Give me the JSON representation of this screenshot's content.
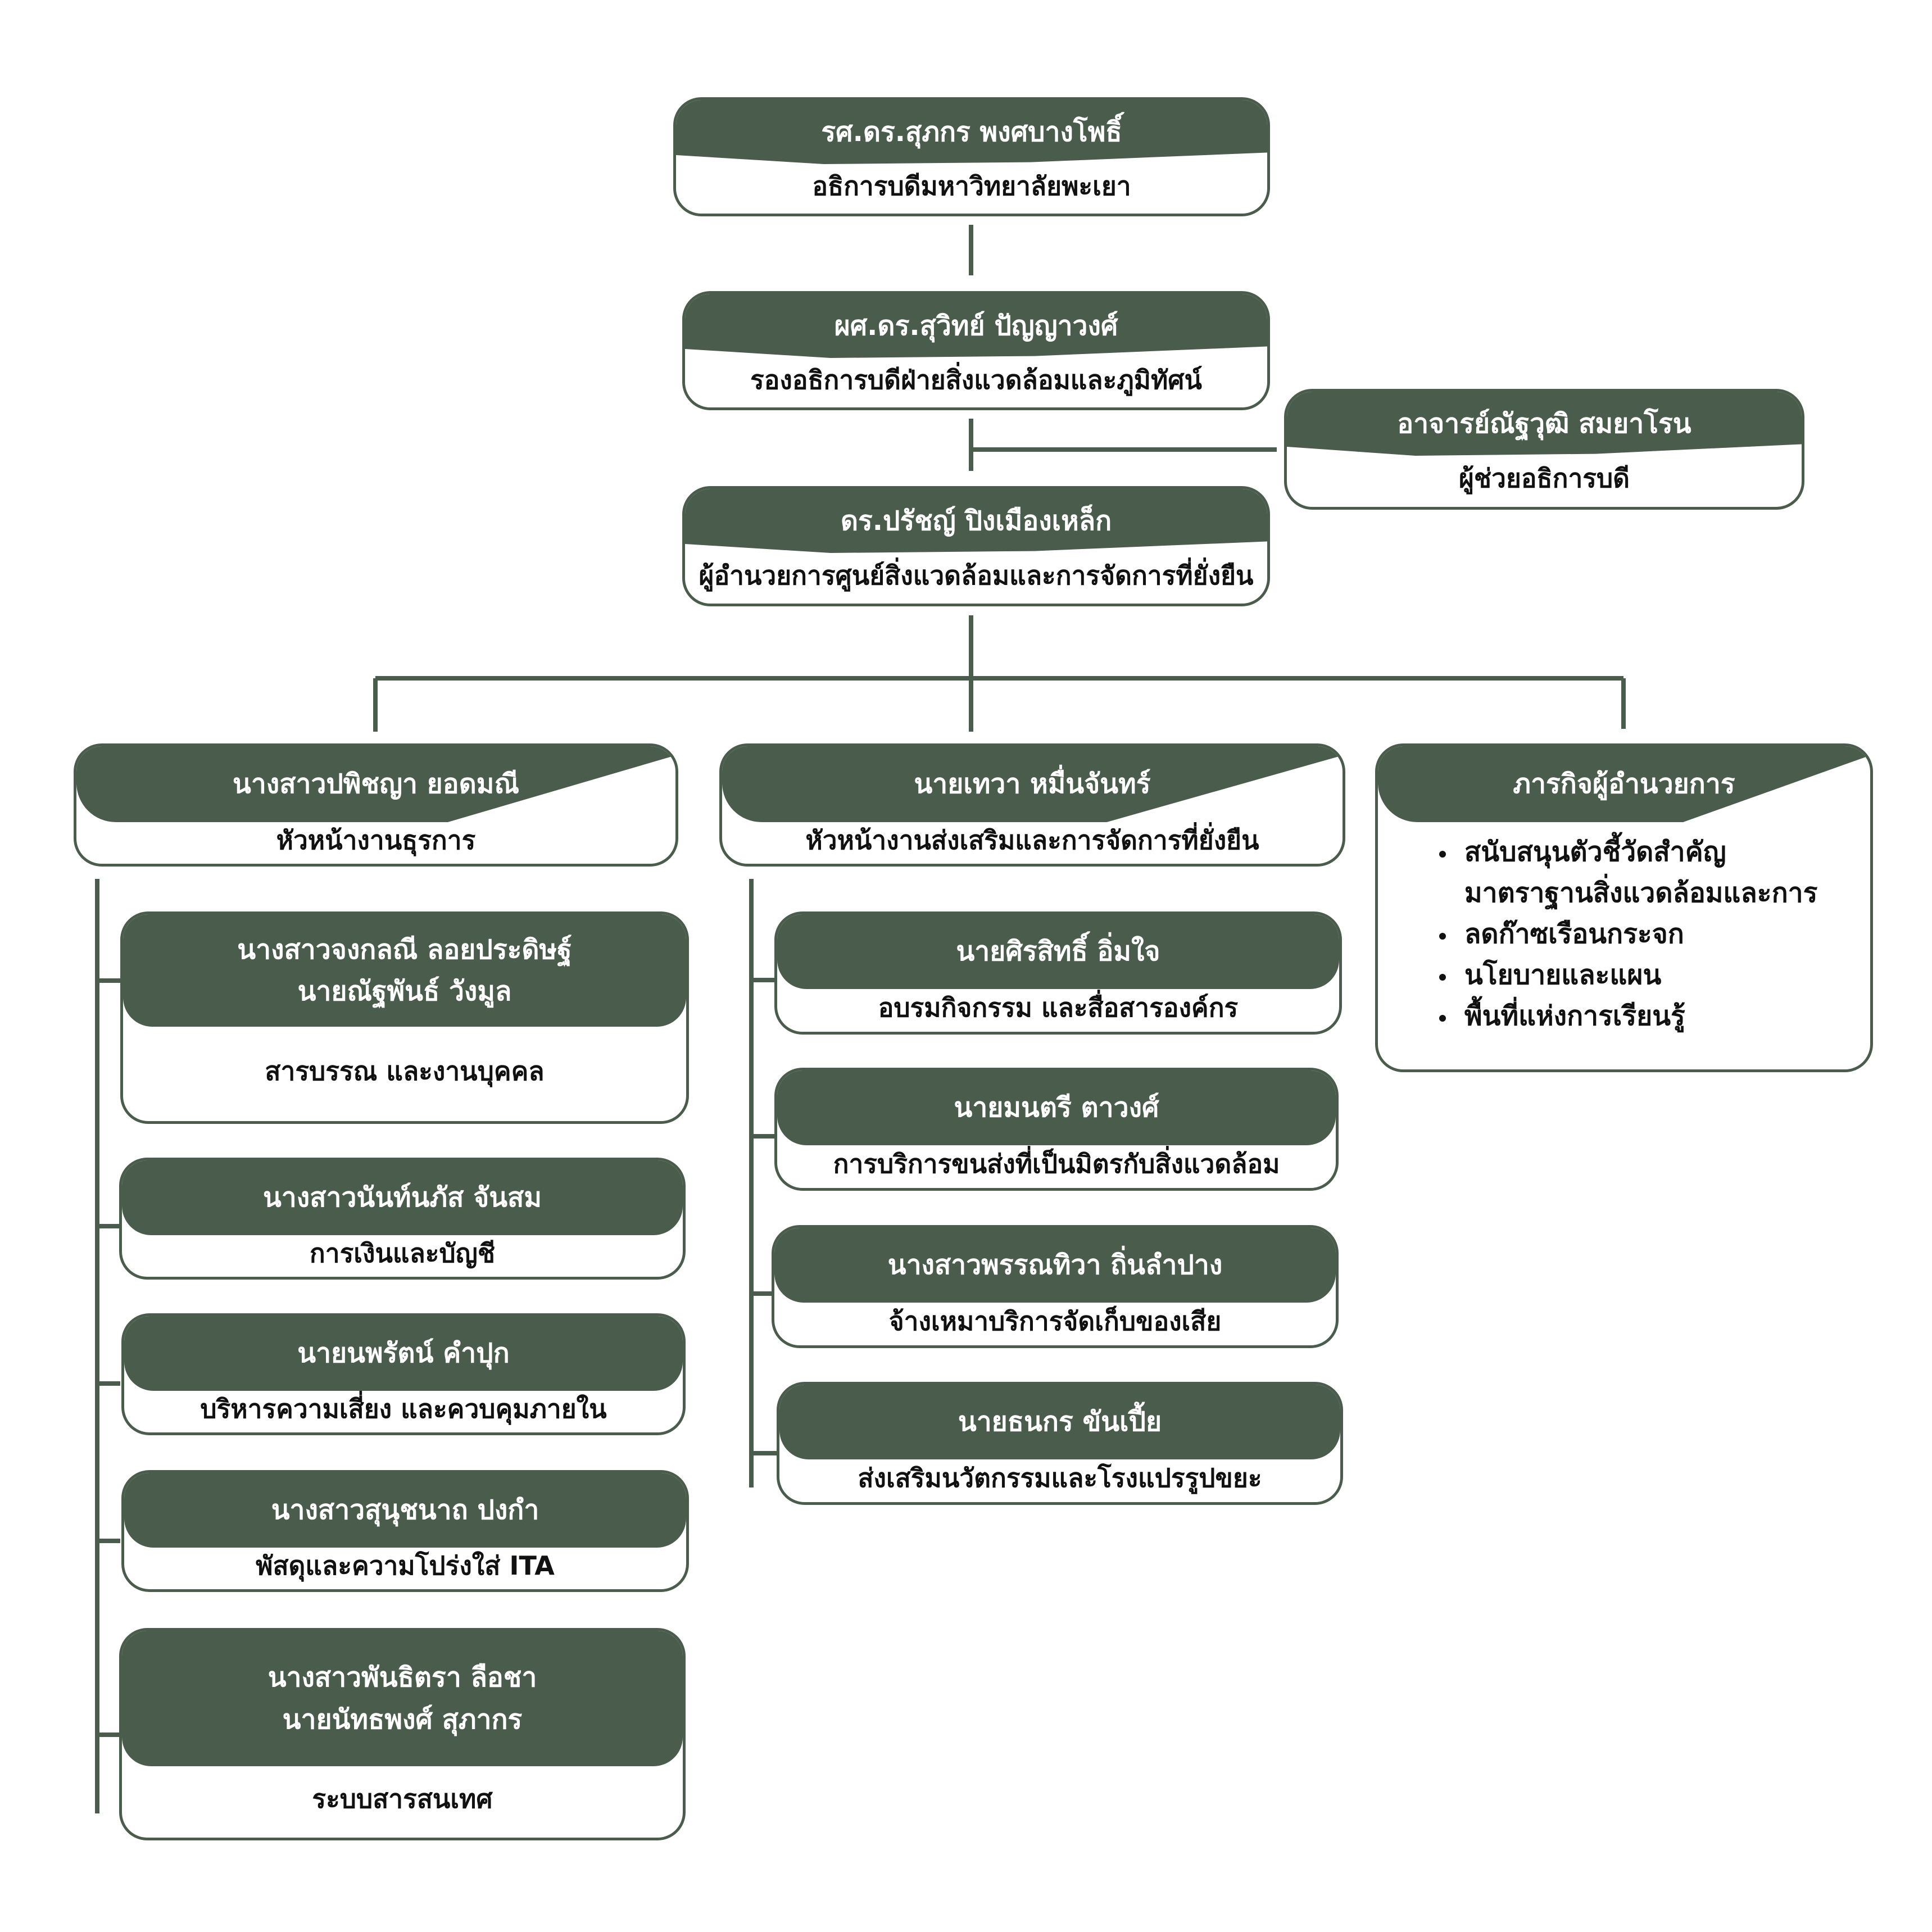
{
  "top": [
    {
      "name": "รศ.ดร.สุภกร พงศบางโพธิ์",
      "role": "อธิการบดีมหาวิทยาลัยพะเยา"
    },
    {
      "name": "ผศ.ดร.สุวิทย์ ปัญญาวงศ์",
      "role": "รองอธิการบดีฝ่ายสิ่งแวดล้อมและภูมิทัศน์"
    },
    {
      "name": "อาจารย์ณัฐวุฒิ สมยาโรน",
      "role": "ผู้ช่วยอธิการบดี"
    },
    {
      "name": "ดร.ปรัชญ์ ปิงเมืองเหล็ก",
      "role": "ผู้อำนวยการศูนย์สิ่งแวดล้อมและการจัดการที่ยั่งยืน"
    }
  ],
  "heads": [
    {
      "name": "นางสาวปพิชญา ยอดมณี",
      "role": "หัวหน้างานธุรการ"
    },
    {
      "name": "นายเทวา หมื่นจันทร์",
      "role": "หัวหน้างานส่งเสริมและการจัดการที่ยั่งยืน"
    }
  ],
  "mission": {
    "title": "ภารกิจผู้อำนวยการ",
    "items": [
      "สนับสนุนตัวชี้วัดสำคัญ",
      "มาตราฐานสิ่งแวดล้อมและการ ลดก๊าซเรือนกระจก",
      "นโยบายและแผน",
      "พื้นที่แห่งการเรียนรู้"
    ]
  },
  "left_units": [
    {
      "names": [
        "นางสาวจงกลณี ลอยประดิษฐ์",
        "นายณัฐพันธ์ วังมูล"
      ],
      "role": "สารบรรณ และงานบุคคล"
    },
    {
      "names": [
        "นางสาวนันท์นภัส จันสม"
      ],
      "role": "การเงินและบัญชี"
    },
    {
      "names": [
        "นายนพรัตน์ คำปุก"
      ],
      "role": "บริหารความเสี่ยง และควบคุมภายใน"
    },
    {
      "names": [
        "นางสาวสุนุชนาถ ปงกำ"
      ],
      "role": "พัสดุและความโปร่งใส่ ITA"
    },
    {
      "names": [
        "นางสาวพันธิตรา ลือชา",
        "นายนัทธพงศ์ สุภากร"
      ],
      "role": "ระบบสารสนเทศ"
    }
  ],
  "middle_units": [
    {
      "names": [
        "นายศิรสิทธิ์ อิ่มใจ"
      ],
      "role": "อบรมกิจกรรม และสื่อสารองค์กร"
    },
    {
      "names": [
        "นายมนตรี ตาวงศ์"
      ],
      "role": "การบริการขนส่งที่เป็นมิตรกับสิ่งแวดล้อม"
    },
    {
      "names": [
        "นางสาวพรรณทิวา ถิ่นลำปาง"
      ],
      "role": "จ้างเหมาบริการจัดเก็บของเสีย"
    },
    {
      "names": [
        "นายธนกร ขันเปี้ย"
      ],
      "role": "ส่งเสริมนวัตกรรมและโรงแปรรูปขยะ"
    }
  ],
  "colors": {
    "primary": "#4a5d4c",
    "background": "#ffffff",
    "text": "#111111"
  }
}
